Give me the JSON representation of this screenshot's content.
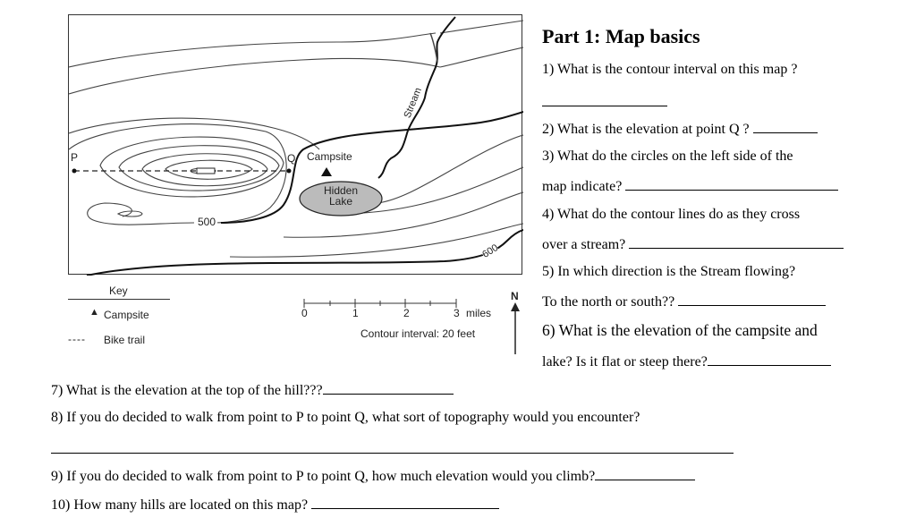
{
  "map": {
    "point_p": "P",
    "point_q": "Q",
    "campsite": "Campsite",
    "lake": "Hidden Lake",
    "stream": "Stream",
    "contour_500": "500",
    "contour_600": "600"
  },
  "legend": {
    "key_title": "Key",
    "campsite": "Campsite",
    "bike_trail": "Bike trail"
  },
  "scale": {
    "ticks": [
      "0",
      "1",
      "2",
      "3"
    ],
    "unit": "miles",
    "contour_interval": "Contour interval: 20 feet",
    "north": "N"
  },
  "worksheet": {
    "title": "Part 1:  Map basics",
    "q1": "1)  What is the contour interval on this map ?",
    "q2": "2)  What is the elevation at point Q ?",
    "q3_a": "3)  What do the circles on the left side of the",
    "q3_b": "map indicate?",
    "q4_a": "4) What do the contour lines do as they cross",
    "q4_b": "over a stream?",
    "q5_a": "5)  In which direction is the Stream flowing?",
    "q5_b": "To the north or south??",
    "q6_a": "6)  What is the elevation of the campsite and",
    "q6_b": "lake? Is it flat or steep there?",
    "q7": "7)  What is the elevation at the top of the hill???",
    "q8": "8) If you do decided to walk from point to P to point Q, what sort of topography would you encounter?",
    "q9": "9) If you do decided to walk from point to P to point Q, how much elevation would you climb?",
    "q10": "10) How many hills are located on this map?"
  }
}
